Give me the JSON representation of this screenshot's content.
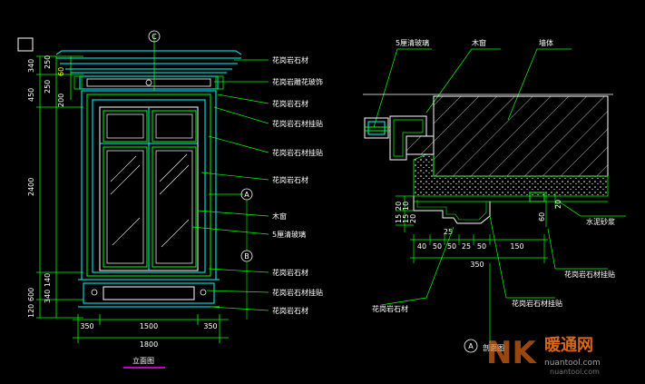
{
  "elevation": {
    "title": "立面图",
    "left_dims": [
      "340",
      "250",
      "60",
      "450",
      "200",
      "250",
      "2400",
      "140",
      "600",
      "340",
      "120"
    ],
    "bottom_dims": [
      "350",
      "1500",
      "350"
    ],
    "total_width": "1800",
    "callouts": [
      "花岗岩石材",
      "花岗岩雕花玻饰",
      "花岗岩石材",
      "花岗岩石材挂贴",
      "花岗岩石材挂贴",
      "花岗岩石材",
      "木窗",
      "5厘清玻璃",
      "花岗岩石材",
      "花岗岩石材挂贴",
      "花岗岩石材"
    ],
    "section_marks": [
      "C",
      "A",
      "B"
    ]
  },
  "section": {
    "title": "剖面图",
    "mark": "A",
    "labels": {
      "glass": "5厘清玻璃",
      "window": "木窗",
      "wall": "墙体",
      "mortar": "水泥砂浆",
      "stone_hang": "花岗岩石材挂贴",
      "stone_hang2": "花岗岩石材挂贴",
      "stone": "花岗岩石材"
    },
    "dims_vertical": [
      "20",
      "15",
      "10",
      "15",
      "20",
      "60",
      "20"
    ],
    "dims_horizontal": [
      "40",
      "50",
      "50",
      "25",
      "50",
      "150"
    ],
    "dim_25_top": "25",
    "total": "350"
  },
  "watermark": {
    "brand": "暖通网",
    "url": "nuantool.com",
    "logo_letters": "NK"
  },
  "colors": {
    "background": "#000000",
    "outline": "#00ffff",
    "frame": "#00ff00",
    "dims": "#00ff00",
    "text": "#ffffff",
    "title_line": "#ff00ff",
    "hatch": "#ffffff",
    "leader": "#00ff00",
    "highlight": "#ffff00",
    "watermark_orange": "#ff7a1a"
  }
}
